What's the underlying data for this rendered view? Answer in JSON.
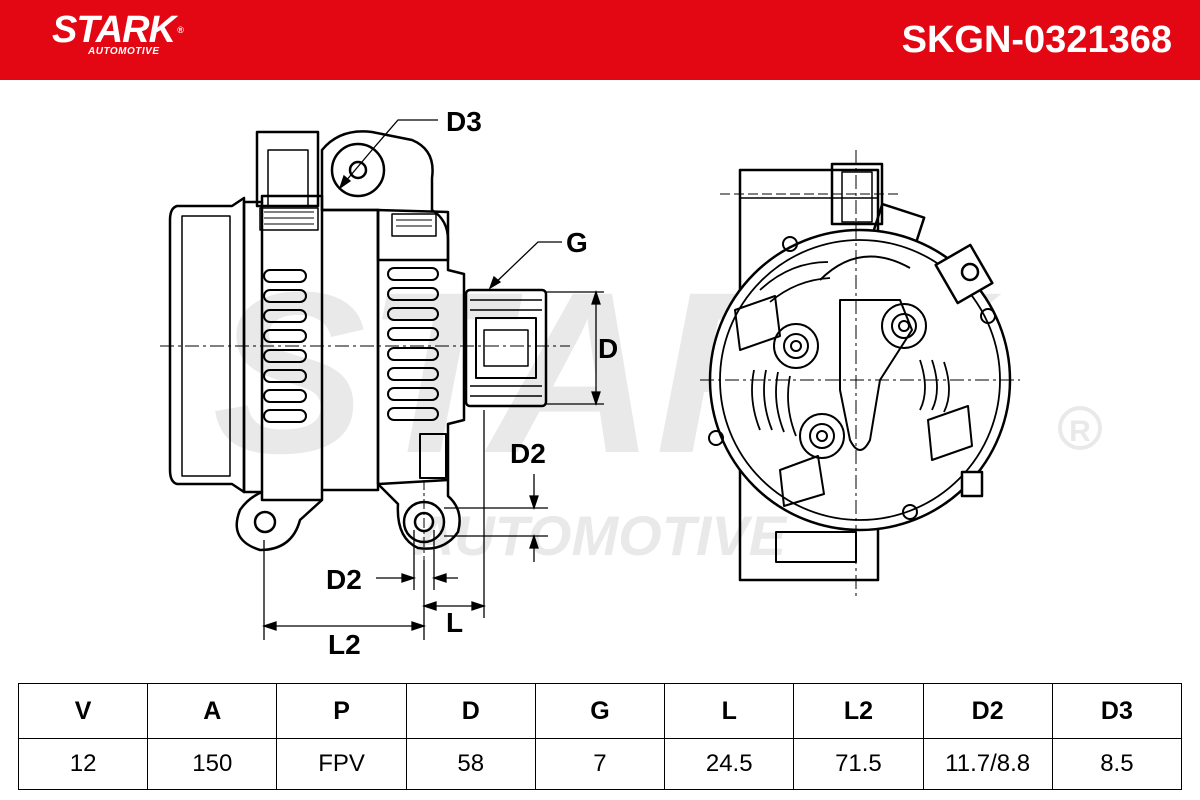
{
  "brand": {
    "name": "STARK",
    "tagline": "AUTOMOTIVE",
    "registered": "®"
  },
  "part_number": "SKGN-0321368",
  "watermark": {
    "main": "STARK",
    "sub": "AUTOMOTIVE"
  },
  "dimension_labels": {
    "d3": "D3",
    "g": "G",
    "d": "D",
    "d2_right": "D2",
    "d2_bottom": "D2",
    "l": "L",
    "l2": "L2"
  },
  "specs": {
    "headers": [
      "V",
      "A",
      "P",
      "D",
      "G",
      "L",
      "L2",
      "D2",
      "D3"
    ],
    "values": [
      "12",
      "150",
      "FPV",
      "58",
      "7",
      "24.5",
      "71.5",
      "11.7/8.8",
      "8.5"
    ]
  }
}
